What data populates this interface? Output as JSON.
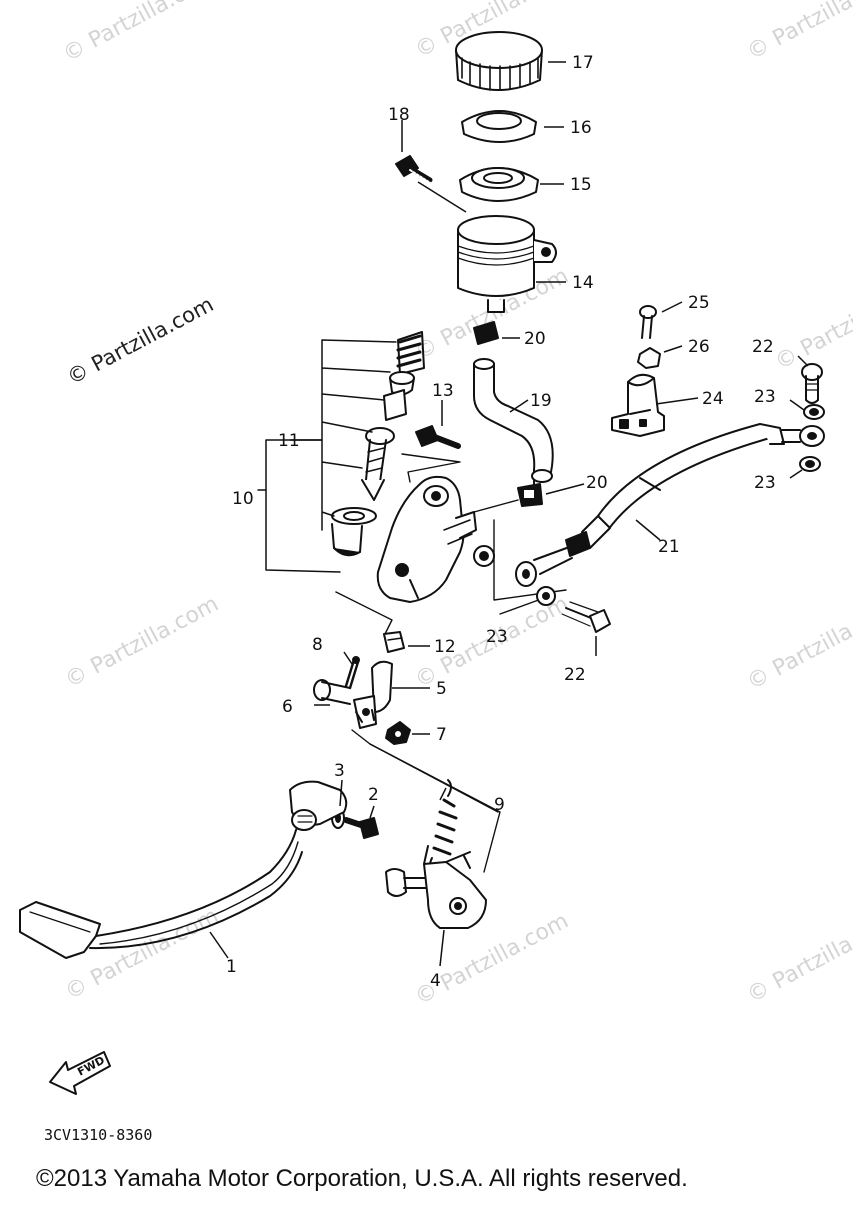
{
  "watermark_text": "© Partzilla.com",
  "diagram_code": "3CV1310-8360",
  "copyright": "©2013 Yamaha Motor Corporation, U.S.A. All rights reserved.",
  "direction_label": "FWD",
  "callouts": {
    "c1": "1",
    "c2": "2",
    "c3": "3",
    "c4": "4",
    "c5": "5",
    "c6": "6",
    "c7": "7",
    "c8": "8",
    "c9": "9",
    "c10": "10",
    "c11": "11",
    "c12": "12",
    "c13": "13",
    "c14": "14",
    "c15": "15",
    "c16": "16",
    "c17": "17",
    "c18": "18",
    "c19": "19",
    "c20": "20",
    "c21": "21",
    "c22": "22",
    "c23": "23",
    "c24": "24",
    "c25": "25",
    "c26": "26"
  }
}
